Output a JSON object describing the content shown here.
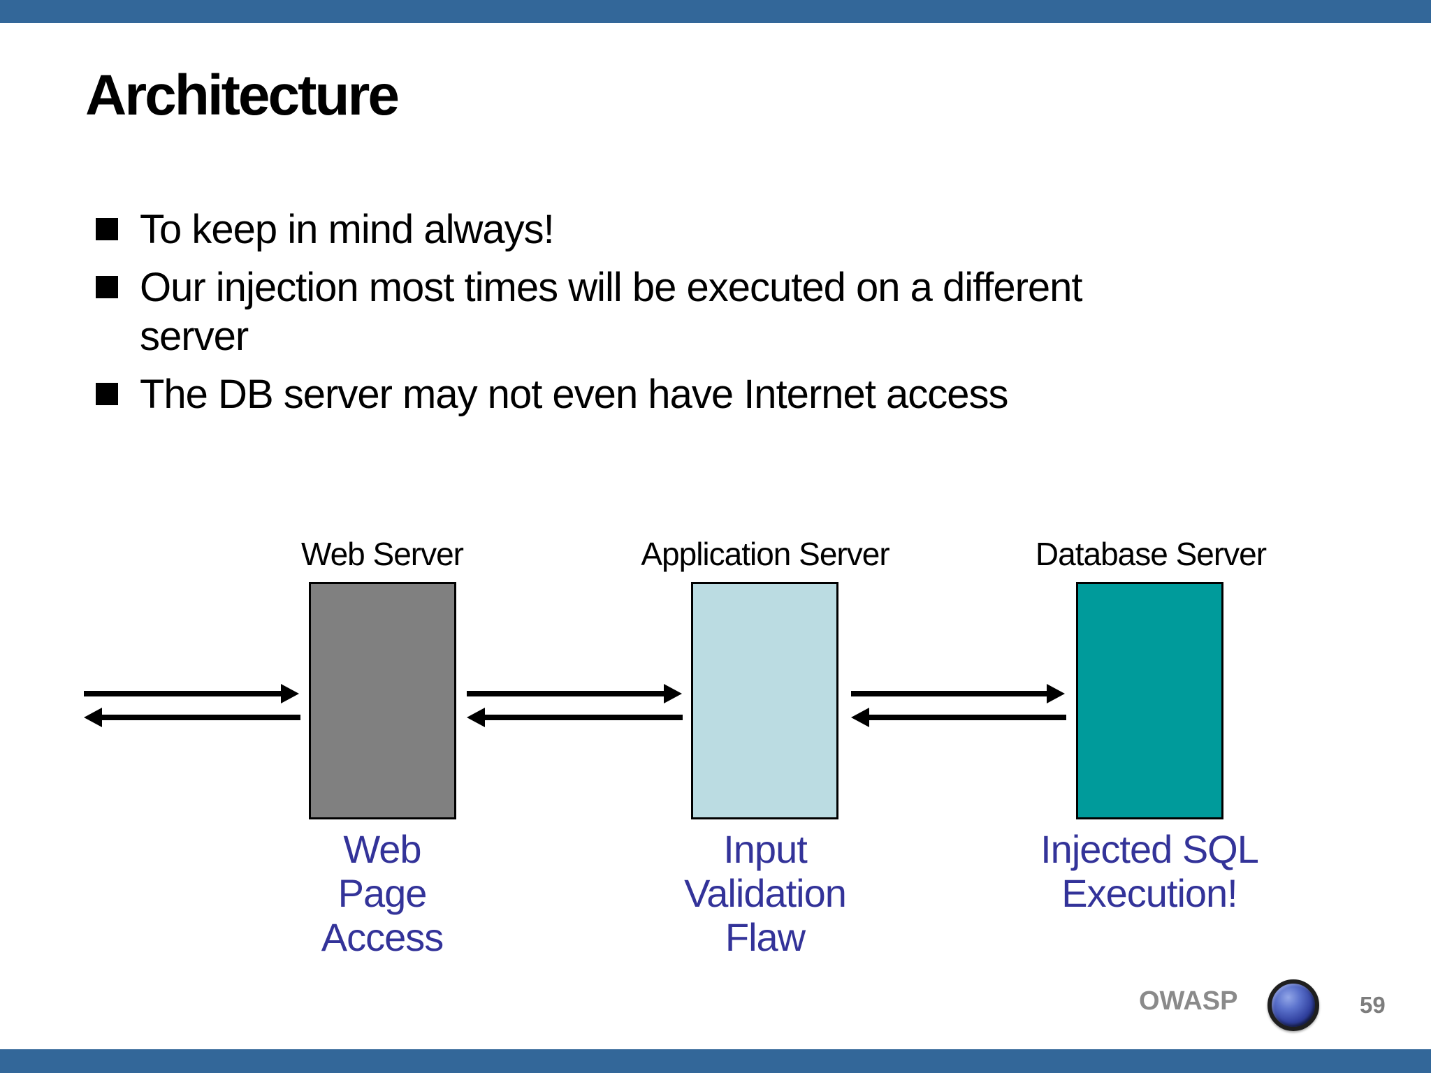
{
  "slide": {
    "title": "Architecture",
    "footer": {
      "brand": "OWASP",
      "page_number": "59"
    }
  },
  "bullets": [
    {
      "lines": [
        "To keep in mind always!"
      ]
    },
    {
      "lines": [
        "Our injection most times will be executed on a different",
        "server"
      ]
    },
    {
      "lines": [
        "The DB server may not even have Internet access"
      ]
    }
  ],
  "diagram": {
    "servers": [
      {
        "name": "Web Server",
        "box_color": "#808080",
        "caption_lines": [
          "Web",
          "Page",
          "Access"
        ]
      },
      {
        "name": "Application Server",
        "box_color": "#BBDCE2",
        "caption_lines": [
          "Input",
          "Validation",
          "Flaw"
        ]
      },
      {
        "name": "Database Server",
        "box_color": "#009B9B",
        "caption_lines": [
          "Injected SQL",
          "Execution!"
        ]
      }
    ],
    "arrow_color": "#000000",
    "arrow_pairs": 3
  },
  "colors": {
    "top_bar": "#336799",
    "bottom_bar": "#336799",
    "caption_text": "#333399",
    "footer_text": "#8A8A8A"
  }
}
